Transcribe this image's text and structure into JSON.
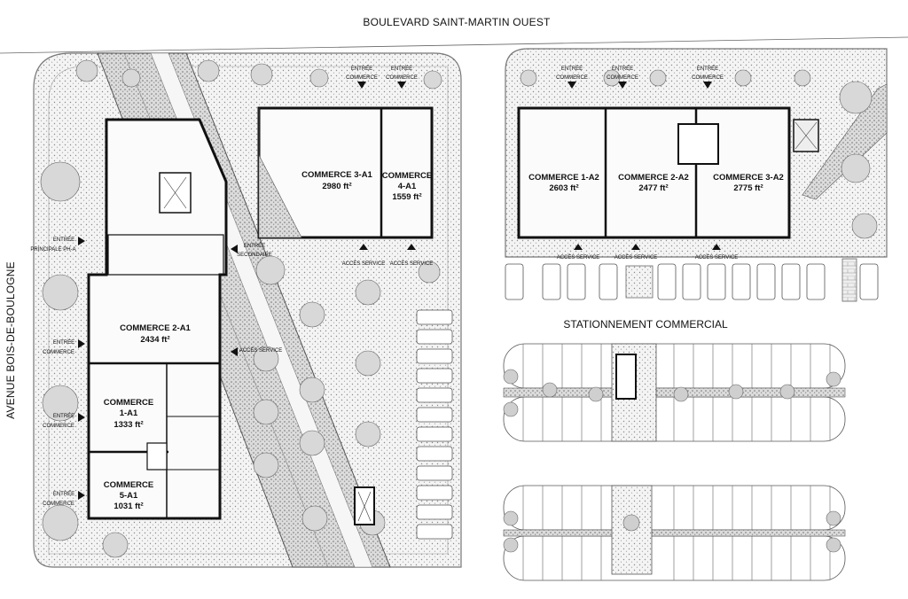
{
  "streets": {
    "north": "BOULEVARD SAINT-MARTIN OUEST",
    "west": "AVENUE BOIS-DE-BOULOGNE"
  },
  "parking_label": "STATIONNEMENT COMMERCIAL",
  "units": [
    {
      "name": "COMMERCE 3-A1",
      "area": "2980 ft²"
    },
    {
      "name": "COMMERCE",
      "name2": "4-A1",
      "area": "1559 ft²"
    },
    {
      "name": "COMMERCE 2-A1",
      "area": "2434 ft²"
    },
    {
      "name": "COMMERCE",
      "name2": "1-A1",
      "area": "1333 ft²"
    },
    {
      "name": "COMMERCE",
      "name2": "5-A1",
      "area": "1031 ft²"
    },
    {
      "name": "COMMERCE 1-A2",
      "area": "2603 ft²"
    },
    {
      "name": "COMMERCE 2-A2",
      "area": "2477 ft²"
    },
    {
      "name": "COMMERCE 3-A2",
      "area": "2775 ft²"
    }
  ],
  "labels": {
    "entree": "ENTRÉE",
    "commerce": "COMMERCE",
    "principale": "PRINCIPALE PH-A",
    "secondaire": "SECONDAIRE",
    "acces_service": "ACCÈS SERVICE"
  }
}
